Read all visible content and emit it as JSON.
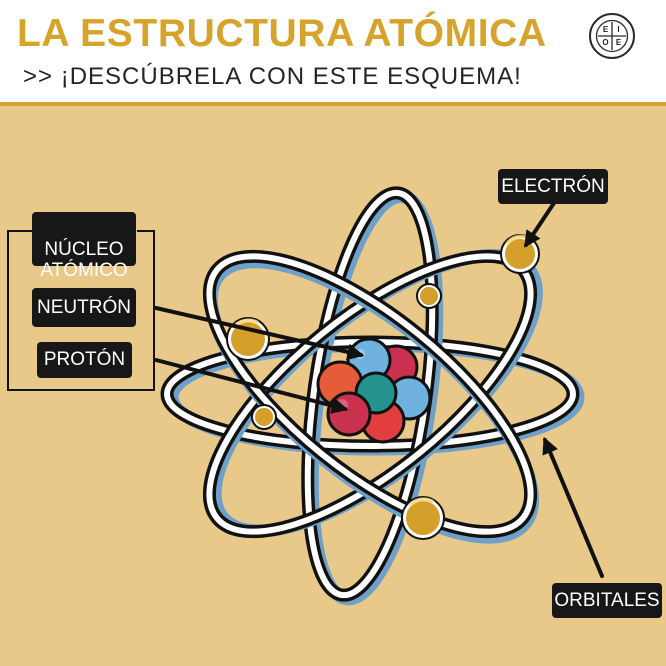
{
  "header": {
    "title": "LA ESTRUCTURA ATÓMICA",
    "subtitle": ">> ¡DESCÚBRELA CON ESTE ESQUEMA!"
  },
  "logo": {
    "name": "euroinnova-logo",
    "letters": [
      "E",
      "I",
      "O",
      "E"
    ]
  },
  "labels": {
    "nucleo": "NÚCLEO\nATÓMICO",
    "neutron": "NEUTRÓN",
    "proton": "PROTÓN",
    "electron": "ELECTRÓN",
    "orbitales": "ORBITALES"
  },
  "colors": {
    "background": "#e9c989",
    "accent": "#d6a32b",
    "label_bg": "#171717",
    "orbit_blue": "#6fa1c8",
    "proton_red": "#d9403f",
    "neutron_blue": "#6fb1df",
    "teal": "#24928d",
    "electron_gold": "#d59f2c"
  }
}
